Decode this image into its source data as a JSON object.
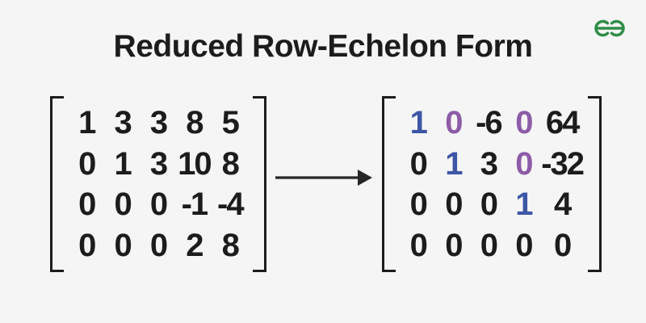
{
  "title": "Reduced Row-Echelon Form",
  "logo": {
    "name": "geeksforgeeks-logo",
    "color": "#2f8d46"
  },
  "colors": {
    "background": "#f5f5f6",
    "text": "#1c1c1c",
    "pivot-blue": "#3d56a6",
    "zero-purple": "#8d5ca7",
    "logo-green": "#2f8d46",
    "arrow": "#262626"
  },
  "arrow": {
    "direction": "right"
  },
  "matrices": {
    "left": {
      "label": "original-matrix",
      "rows": [
        [
          {
            "v": "1"
          },
          {
            "v": "3"
          },
          {
            "v": "3"
          },
          {
            "v": "8"
          },
          {
            "v": "5"
          }
        ],
        [
          {
            "v": "0"
          },
          {
            "v": "1"
          },
          {
            "v": "3"
          },
          {
            "v": "10"
          },
          {
            "v": "8"
          }
        ],
        [
          {
            "v": "0"
          },
          {
            "v": "0"
          },
          {
            "v": "0"
          },
          {
            "v": "-1"
          },
          {
            "v": "-4"
          }
        ],
        [
          {
            "v": "0"
          },
          {
            "v": "0"
          },
          {
            "v": "0"
          },
          {
            "v": "2"
          },
          {
            "v": "8"
          }
        ]
      ]
    },
    "right": {
      "label": "rref-matrix",
      "rows": [
        [
          {
            "v": "1",
            "c": "blue"
          },
          {
            "v": "0",
            "c": "purple"
          },
          {
            "v": "-6"
          },
          {
            "v": "0",
            "c": "purple"
          },
          {
            "v": "64"
          }
        ],
        [
          {
            "v": "0"
          },
          {
            "v": "1",
            "c": "blue"
          },
          {
            "v": "3"
          },
          {
            "v": "0",
            "c": "purple"
          },
          {
            "v": "-32"
          }
        ],
        [
          {
            "v": "0"
          },
          {
            "v": "0"
          },
          {
            "v": "0"
          },
          {
            "v": "1",
            "c": "blue"
          },
          {
            "v": "4"
          }
        ],
        [
          {
            "v": "0"
          },
          {
            "v": "0"
          },
          {
            "v": "0"
          },
          {
            "v": "0"
          },
          {
            "v": "0"
          }
        ]
      ]
    }
  }
}
